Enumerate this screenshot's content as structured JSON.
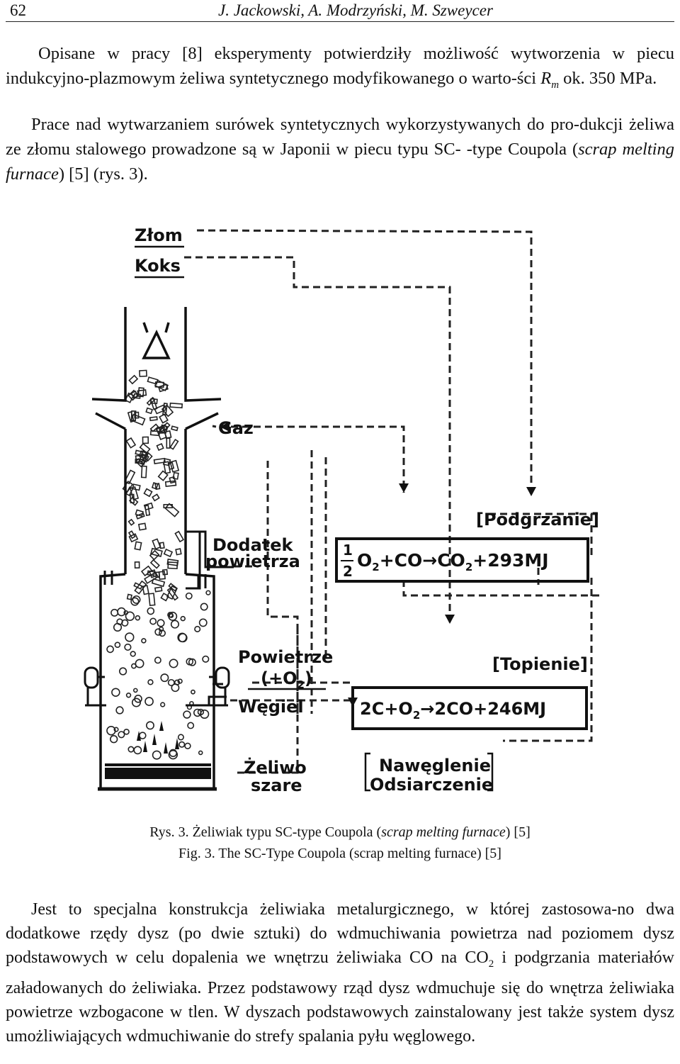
{
  "header": {
    "page_number": "62",
    "running_title": "J. Jackowski, A. Modrzyński, M. Szweycer"
  },
  "paragraphs": {
    "p1_before": "Opisane w pracy [8] eksperymenty potwierdziły możliwość wytworzenia w piecu indukcyjno-plazmowym żeliwa syntetycznego modyfikowanego o warto-ści ",
    "p1_r": "R",
    "p1_sub": "m",
    "p1_after": " ok. 350 MPa.",
    "p2_a": "Prace nad wytwarzaniem surówek syntetycznych wykorzystywanych do pro-dukcji żeliwa ze złomu stalowego prowadzone są w Japonii w piecu typu SC- -type Coupola (",
    "p2_italic": "scrap melting furnace",
    "p2_b": ") [5] (rys. 3).",
    "p3_a": "Jest to specjalna konstrukcja żeliwiaka metalurgicznego, w której zastosowa-no dwa dodatkowe rzędy dysz (po dwie sztuki) do wdmuchiwania powietrza nad poziomem dysz podstawowych w celu dopalenia we wnętrzu żeliwiaka CO na CO",
    "p3_sub": "2",
    "p3_b": " i podgrzania materiałów załadowanych do żeliwiaka. Przez podstawowy rząd dysz wdmuchuje się do wnętrza żeliwiaka powietrze wzbogacone w tlen. W dyszach podstawowych zainstalowany jest także system dysz umożliwiających wdmuchiwanie do strefy spalania pyłu węglowego."
  },
  "figure": {
    "labels": {
      "zlom": "Złom",
      "koks": "Koks",
      "gaz": "Gaz",
      "dodatek_1": "Dodatek",
      "dodatek_2": "powietrza",
      "powietrze": "Powietrze",
      "o2_open": "(+O",
      "o2_sub": "2",
      "o2_close": ")",
      "wegiel": "Węgiel",
      "zeliwo": "Żeliwo",
      "szare": "szare",
      "podgrzanie": "[Podgrzanie]",
      "topienie": "[Topienie]",
      "naweglenie": "Nawęglenie",
      "odsiarczenie": "Odsiarczenie"
    },
    "equation1": {
      "frac_num": "1",
      "frac_den": "2",
      "o": "O",
      "sub": "2",
      "mid": "+CO",
      "arrow": "→",
      "co": "CO",
      "end": "+293MJ"
    },
    "equation2": {
      "start": "2C+O",
      "sub": "2",
      "arrow": "→",
      "end": "2CO+246MJ"
    }
  },
  "captions": {
    "pl_a": "Rys. 3. Żeliwiak typu SC-type Coupola (",
    "pl_italic": "scrap melting furnace",
    "pl_b": ") [5]",
    "en": "Fig. 3. The SC-Type Coupola (scrap melting furnace) [5]"
  }
}
